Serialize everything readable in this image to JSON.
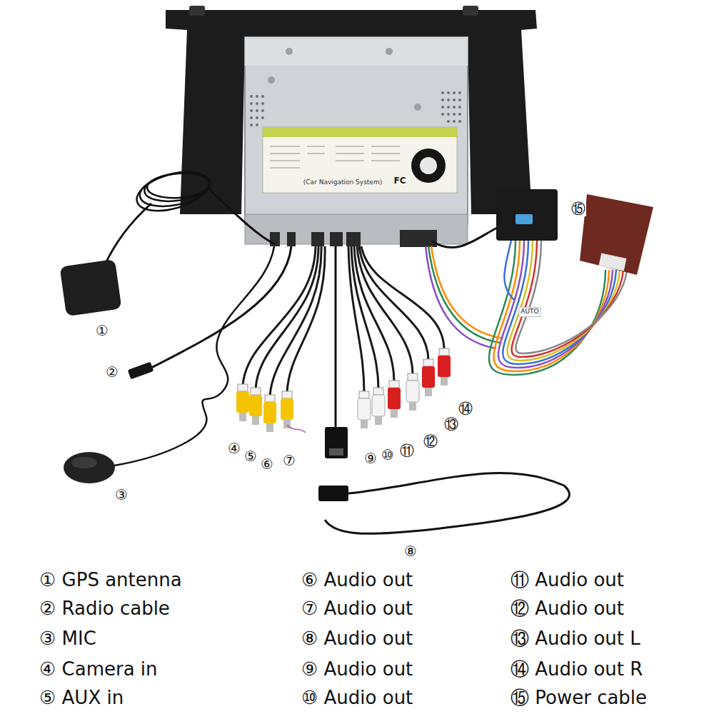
{
  "diagram": {
    "labels": [
      "①",
      "②",
      "③",
      "④",
      "⑤",
      "⑥",
      "⑦",
      "⑧",
      "⑨",
      "⑩",
      "⑪",
      "⑫",
      "⑬",
      "⑭",
      "⑮",
      "① GPS antenna",
      "② Radio cable",
      "③ MIC",
      "④ Camera in",
      "⑤ AUX in",
      "⑥ Audio out",
      "⑦ Audio out",
      "⑧ Audio out",
      "⑨ Audio out",
      "⑩ Audio out",
      "⑪ Audio out",
      "⑫ Audio out",
      "⑬ Audio out L",
      "⑭ Audio out R",
      "⑮ Power cable",
      "(Car Navigation System)",
      "FC",
      "AUTO"
    ]
  }
}
